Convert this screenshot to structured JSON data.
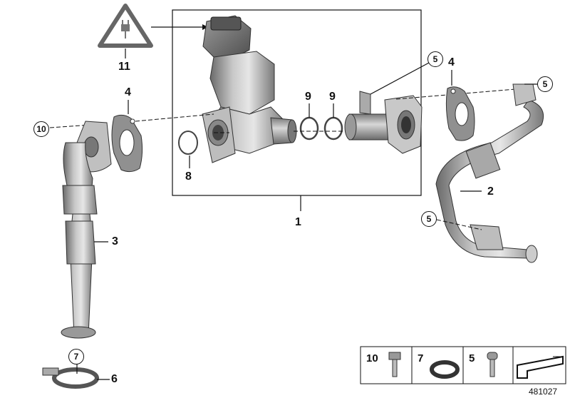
{
  "diagram": {
    "callouts": {
      "c1": "1",
      "c2": "2",
      "c3": "3",
      "c4a": "4",
      "c4b": "4",
      "c5a": "5",
      "c5b": "5",
      "c5c": "5",
      "c6": "6",
      "c7": "7",
      "c8": "8",
      "c9a": "9",
      "c9b": "9",
      "c10": "10",
      "c11": "11"
    },
    "legend": {
      "bolt_m": "10",
      "ring": "7",
      "torx_bolt": "5"
    },
    "diagram_id": "481027"
  }
}
